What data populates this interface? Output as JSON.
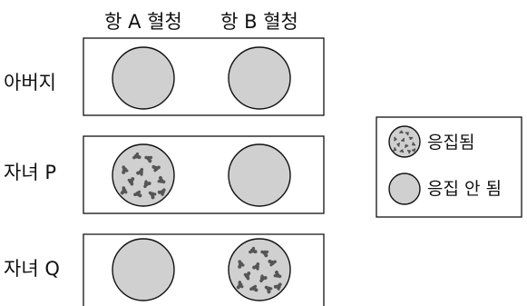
{
  "columns": [
    "항 A 혈청",
    "항 B 혈청"
  ],
  "rows": [
    {
      "label": "아버지",
      "results": [
        "not_agglutinated",
        "not_agglutinated"
      ]
    },
    {
      "label": "자녀 P",
      "results": [
        "agglutinated",
        "not_agglutinated"
      ]
    },
    {
      "label": "자녀 Q",
      "results": [
        "not_agglutinated",
        "agglutinated"
      ]
    }
  ],
  "legend": {
    "agglutinated_label": "응집됨",
    "not_agglutinated_label": "응집 안 됨"
  },
  "colors": {
    "well_fill": "#d0d0d0",
    "clump_fill": "#555555",
    "outline": "#111111"
  }
}
